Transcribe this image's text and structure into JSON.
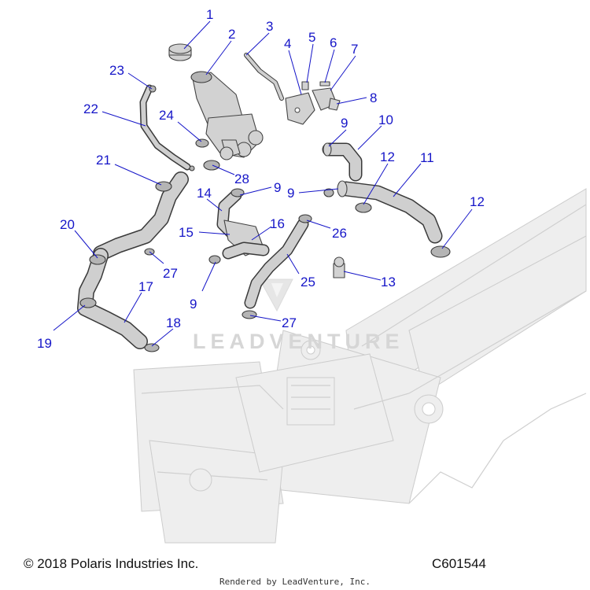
{
  "callouts": [
    "1",
    "2",
    "3",
    "4",
    "5",
    "6",
    "7",
    "8",
    "9",
    "10",
    "11",
    "12",
    "12",
    "13",
    "14",
    "9",
    "15",
    "16",
    "9",
    "17",
    "18",
    "19",
    "20",
    "21",
    "22",
    "23",
    "24",
    "25",
    "26",
    "27",
    "27",
    "28",
    "9"
  ],
  "watermark": {
    "text": "LEADVENTURE"
  },
  "footer": {
    "copyright": "© 2018 Polaris Industries Inc.",
    "diagram_id": "C601544",
    "rendered_by": "Rendered by LeadVenture, Inc."
  },
  "colors": {
    "callout": "#1515c8",
    "part_fill": "#d2d2d2",
    "frame_fill": "#eeeeee"
  }
}
